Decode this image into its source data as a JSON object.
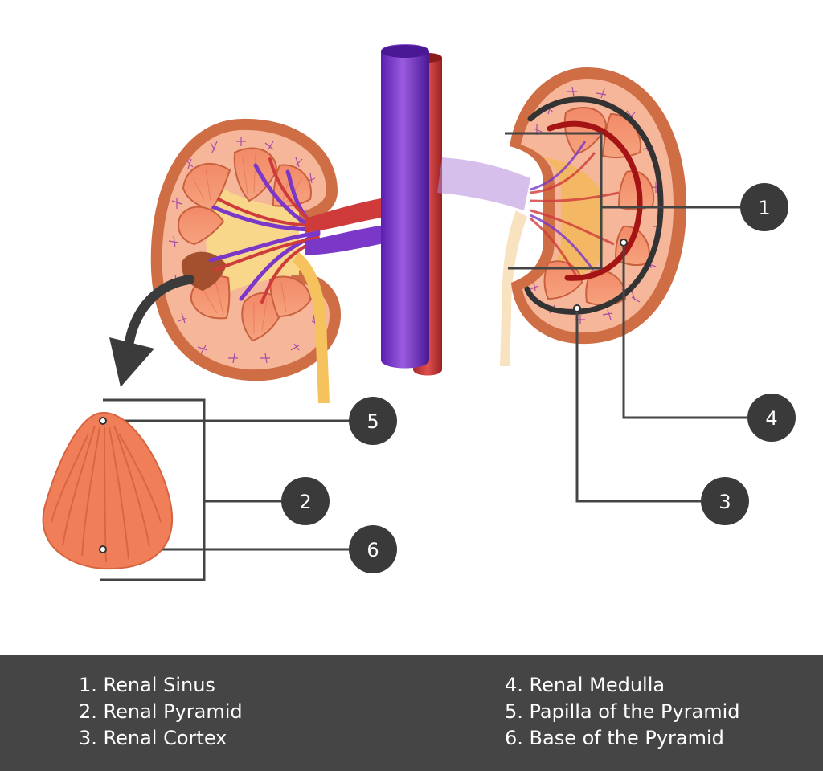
{
  "callouts": [
    "1",
    "2",
    "3",
    "4",
    "5",
    "6"
  ],
  "legend": {
    "left": [
      "1. Renal Sinus",
      "2. Renal Pyramid",
      "3. Renal Cortex"
    ],
    "right": [
      "4. Renal Medulla",
      "5. Papilla of the Pyramid",
      "6. Base of the Pyramid"
    ]
  },
  "colors": {
    "capsule": "#cf6e45",
    "cortex": "#f6b69a",
    "pyramid": "#f08865",
    "vein": "#7b37c8",
    "artery": "#cf3a3a",
    "ureter": "#f6c25e",
    "callout": "#3a3a3a",
    "legend_bg": "#454545"
  }
}
